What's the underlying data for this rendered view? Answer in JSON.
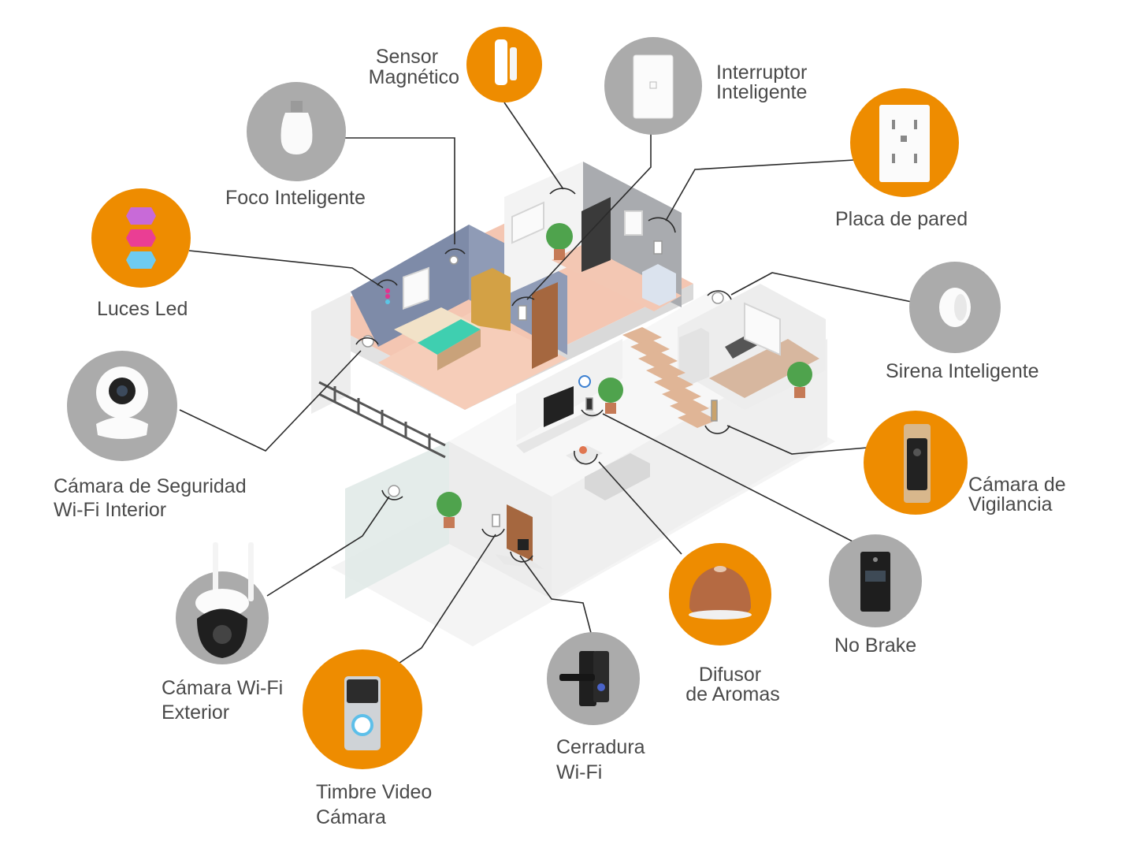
{
  "colors": {
    "orange": "#EE8C00",
    "gray": "#ABABAB",
    "label": "#4A4A4A",
    "line": "#2B2B2B",
    "wall": "#F2F2F2",
    "floor": "#F6C9B6",
    "bedroom_wall": "#7E8BA8"
  },
  "devices": [
    {
      "id": "sensor",
      "lines": [
        "Sensor",
        "Magnético"
      ],
      "color": "orange",
      "icon": "door-sensor-icon"
    },
    {
      "id": "interruptor",
      "lines": [
        "Interruptor",
        "Inteligente"
      ],
      "color": "gray",
      "icon": "wall-switch-icon"
    },
    {
      "id": "foco",
      "lines": [
        "Foco Inteligente"
      ],
      "color": "gray",
      "icon": "light-bulb-icon"
    },
    {
      "id": "placa",
      "lines": [
        "Placa de pared"
      ],
      "color": "orange",
      "icon": "wall-outlet-icon"
    },
    {
      "id": "luces",
      "lines": [
        "Luces Led"
      ],
      "color": "orange",
      "icon": "hexagon-lights-icon"
    },
    {
      "id": "sirena",
      "lines": [
        "Sirena Inteligente"
      ],
      "color": "gray",
      "icon": "siren-icon"
    },
    {
      "id": "camara-int",
      "lines": [
        "Cámara de Seguridad",
        "Wi-Fi Interior"
      ],
      "color": "gray",
      "icon": "indoor-camera-icon"
    },
    {
      "id": "vigilancia",
      "lines": [
        "Cámara de",
        "Vigilancia"
      ],
      "color": "orange",
      "icon": "surveillance-camera-icon"
    },
    {
      "id": "nobrake",
      "lines": [
        "No Brake"
      ],
      "color": "gray",
      "icon": "ups-icon"
    },
    {
      "id": "camara-ext",
      "lines": [
        "Cámara Wi-Fi",
        "Exterior"
      ],
      "color": "gray",
      "icon": "outdoor-camera-icon"
    },
    {
      "id": "difusor",
      "lines": [
        "Difusor",
        "de Aromas"
      ],
      "color": "orange",
      "icon": "aroma-diffuser-icon"
    },
    {
      "id": "cerradura",
      "lines": [
        "Cerradura",
        "Wi-Fi"
      ],
      "color": "gray",
      "icon": "smart-lock-icon"
    },
    {
      "id": "timbre",
      "lines": [
        "Timbre Video",
        "Cámara"
      ],
      "color": "orange",
      "icon": "video-doorbell-icon"
    }
  ]
}
